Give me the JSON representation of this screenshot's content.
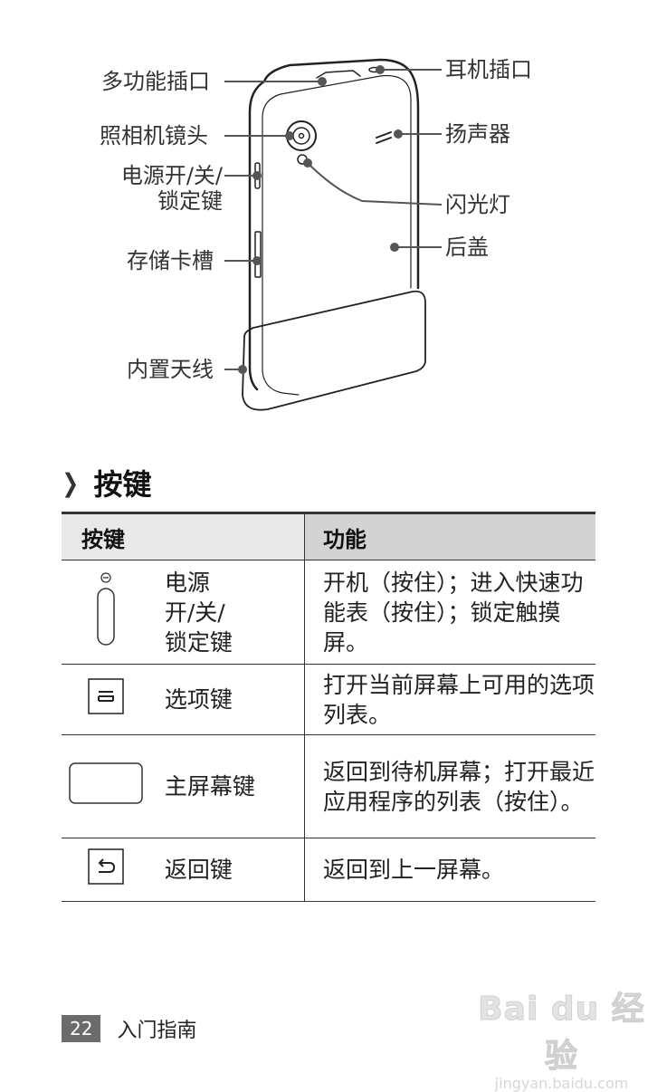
{
  "diagram": {
    "labels": {
      "multi_port": "多功能插口",
      "headset_jack": "耳机插口",
      "camera_lens": "照相机镜头",
      "speaker": "扬声器",
      "power_key_line1": "电源开/关/",
      "power_key_line2": "锁定键",
      "flash": "闪光灯",
      "memory_slot": "存储卡槽",
      "back_cover": "后盖",
      "antenna": "内置天线"
    }
  },
  "section": {
    "bullet_icon": "chevron-right-icon",
    "title": "按键"
  },
  "table": {
    "headers": [
      "按键",
      "功能"
    ],
    "rows": [
      {
        "icon": "power-key-icon",
        "name": "电源\n开/关/\n锁定键",
        "function": "开机（按住）；进入快速功能表（按住）；锁定触摸屏。"
      },
      {
        "icon": "menu-key-icon",
        "name": "选项键",
        "function": "打开当前屏幕上可用的选项列表。"
      },
      {
        "icon": "home-key-icon",
        "name": "主屏幕键",
        "function": "返回到待机屏幕；打开最近应用程序的列表（按住）。"
      },
      {
        "icon": "back-key-icon",
        "name": "返回键",
        "function": "返回到上一屏幕。"
      }
    ]
  },
  "footer": {
    "page_number": "22",
    "chapter": "入门指南"
  },
  "watermark": {
    "brand": "Bai du 经验",
    "url": "jingyan.baidu.com"
  },
  "colors": {
    "header_left_bg": "#e8e8e8",
    "header_right_bg": "#d3d3d3",
    "page_badge_bg": "#6b6b6b"
  }
}
